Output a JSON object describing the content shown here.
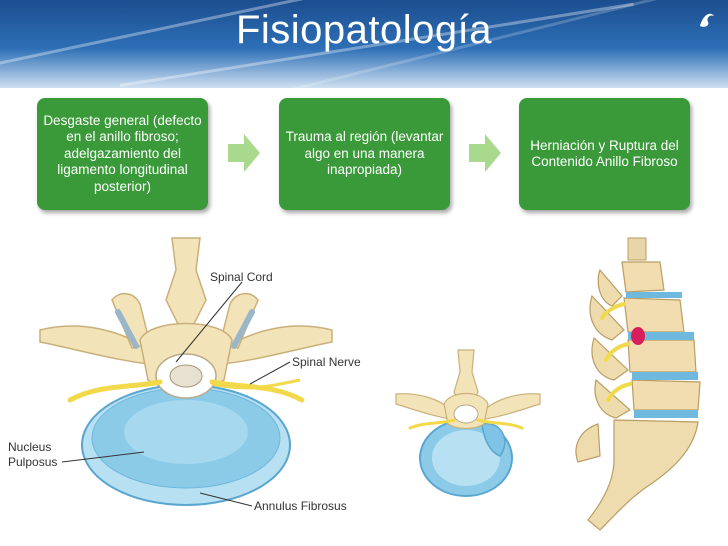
{
  "title": "Fisiopatología",
  "steps": [
    {
      "text": "Desgaste general (defecto en el anillo fibroso; adelgazamiento del ligamento longitudinal posterior)"
    },
    {
      "text": "Trauma al región (levantar algo en una manera inapropiada)"
    },
    {
      "text": "Herniación y Ruptura del Contenido Anillo Fibroso"
    }
  ],
  "labels": {
    "spinal_cord": "Spinal Cord",
    "spinal_nerve": "Spinal Nerve",
    "nucleus_pulposus": "Nucleus\nPulposus",
    "annulus_fibrosus": "Annulus Fibrosus"
  },
  "colors": {
    "box": "#3a9a3a",
    "header": "#2d6fb6",
    "disc": "#7fc4e6",
    "bone": "#efdcae",
    "nerve": "#f2d94a",
    "herniation": "#d81e5b"
  },
  "icons": [
    "flow-arrow-icon",
    "logo-mark-icon"
  ]
}
